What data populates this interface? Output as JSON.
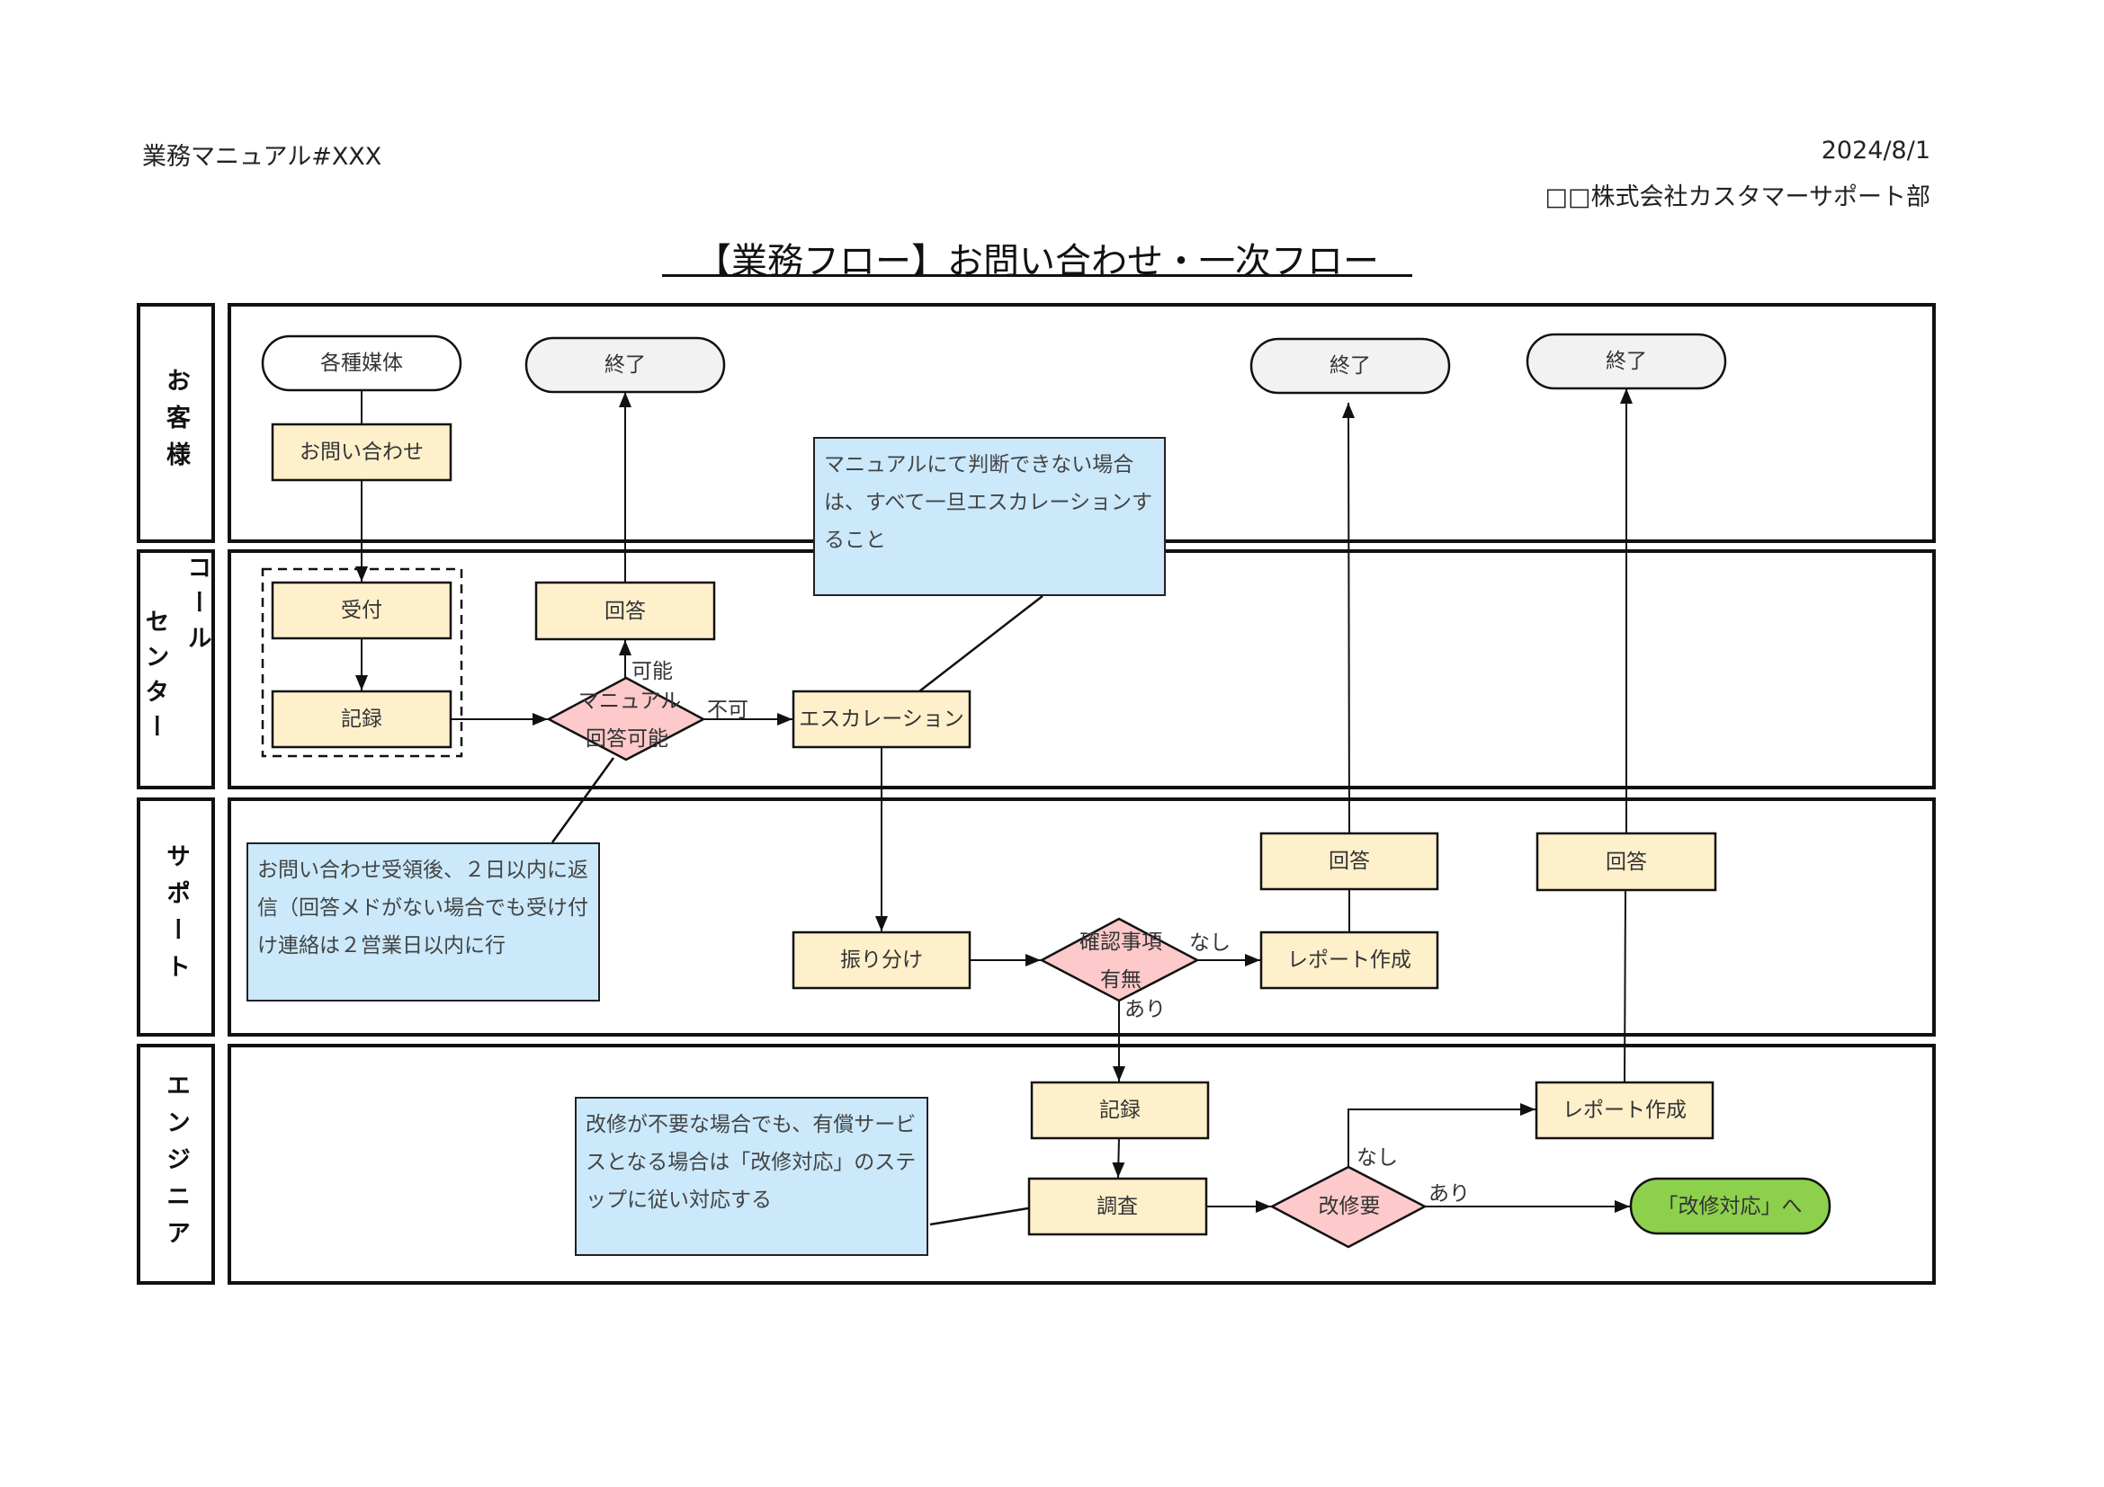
{
  "header": {
    "doc_id": "業務マニュアル#XXX",
    "date": "2024/8/1",
    "department": "□□株式会社カスタマーサポート部",
    "title": "【業務フロー】お問い合わせ・一次フロー"
  },
  "lanes": [
    {
      "label": "お客様"
    },
    {
      "label_col1": "コール",
      "label_col2": "センター"
    },
    {
      "label": "サポート"
    },
    {
      "label": "エンジニア"
    }
  ],
  "nodes": {
    "media": "各種媒体",
    "inquiry": "お問い合わせ",
    "end1": "終了",
    "end2": "終了",
    "end3": "終了",
    "receive": "受付",
    "record1": "記録",
    "answer1": "回答",
    "decision_manual_line1": "マニュアル",
    "decision_manual_line2": "回答可能",
    "escalation": "エスカレーション",
    "triage": "振り分け",
    "decision_confirm_line1": "確認事項",
    "decision_confirm_line2": "有無",
    "report1": "レポート作成",
    "answer2": "回答",
    "answer3": "回答",
    "record2": "記録",
    "investigate": "調査",
    "decision_fix": "改修要",
    "report2": "レポート作成",
    "to_fix": "「改修対応」へ"
  },
  "edge_labels": {
    "possible": "可能",
    "impossible": "不可",
    "none1": "なし",
    "exists1": "あり",
    "none2": "なし",
    "exists2": "あり"
  },
  "notes": {
    "escalation_note": "マニュアルにて判断できない場合は、すべて一旦エスカレーションすること",
    "reply_note": "お問い合わせ受領後、２日以内に返信（回答メドがない場合でも受け付け連絡は２営業日以内に行",
    "fix_note": "改修が不要な場合でも、有償サービスとなる場合は「改修対応」のステップに従い対応する"
  },
  "colors": {
    "process_fill": "#fff0cc",
    "decision_fill": "#fdc9ca",
    "terminal_fill": "#ffffff",
    "end_fill": "#f2f2f2",
    "note_fill": "#cbe9fb",
    "goto_fill": "#8cd04b"
  }
}
